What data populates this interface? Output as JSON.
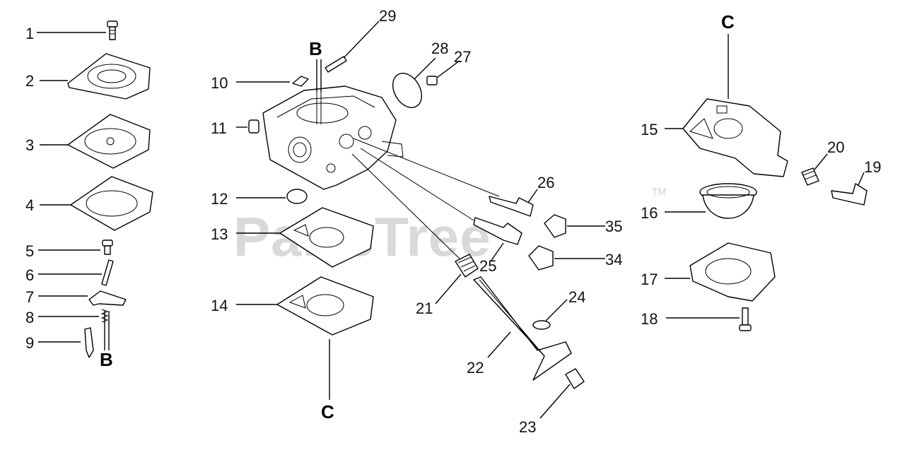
{
  "watermark": {
    "text": "PartsTree",
    "tm": "TM"
  },
  "refs": {
    "b_top": "B",
    "b_bottom": "B",
    "c_top": "C",
    "c_bottom": "C"
  },
  "labels": {
    "n1": "1",
    "n2": "2",
    "n3": "3",
    "n4": "4",
    "n5": "5",
    "n6": "6",
    "n7": "7",
    "n8": "8",
    "n9": "9",
    "n10": "10",
    "n11": "11",
    "n12": "12",
    "n13": "13",
    "n14": "14",
    "n15": "15",
    "n16": "16",
    "n17": "17",
    "n18": "18",
    "n19": "19",
    "n20": "20",
    "n21": "21",
    "n22": "22",
    "n23": "23",
    "n24": "24",
    "n25": "25",
    "n26": "26",
    "n27": "27",
    "n28": "28",
    "n29": "29",
    "n34": "34",
    "n35": "35"
  }
}
